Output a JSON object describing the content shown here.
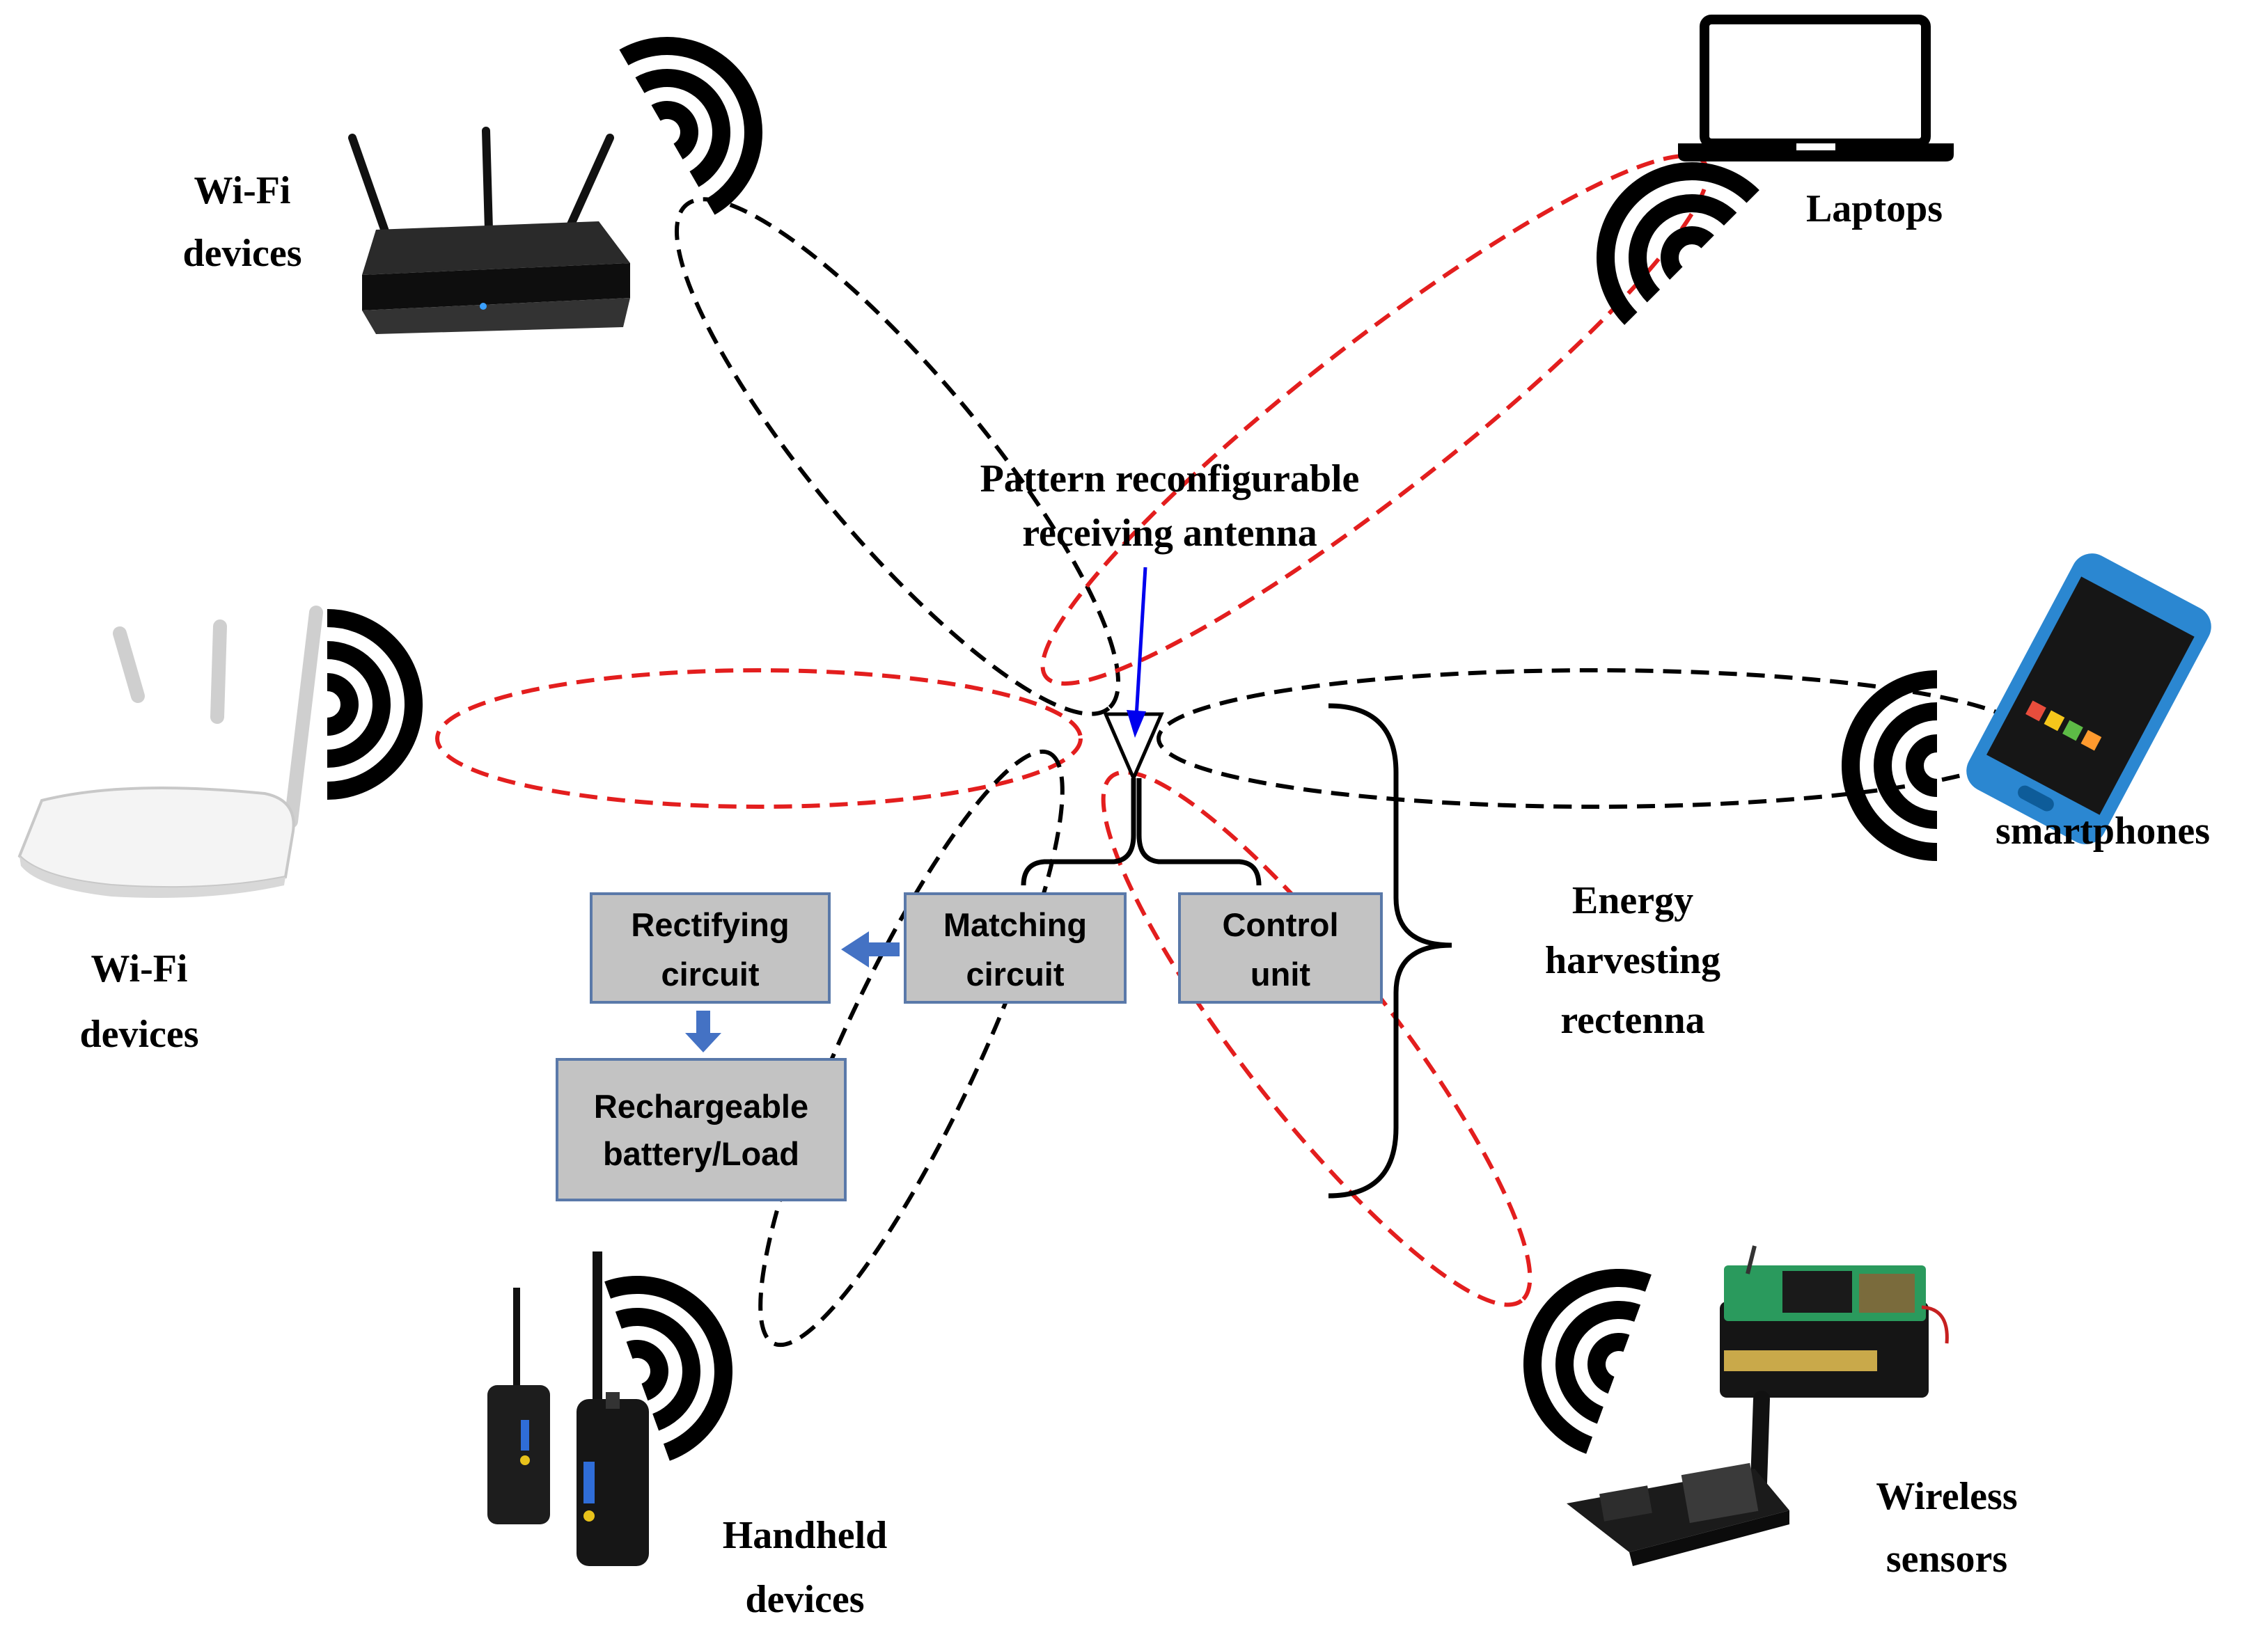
{
  "labels": {
    "antenna": [
      "Pattern reconfigurable",
      "receiving antenna"
    ],
    "wifi_top": [
      "Wi-Fi",
      "devices"
    ],
    "wifi_left": [
      "Wi-Fi",
      "devices"
    ],
    "laptops": "Laptops",
    "smartphones": "smartphones",
    "handheld": [
      "Handheld",
      "devices"
    ],
    "wireless": [
      "Wireless",
      "sensors"
    ],
    "energy": [
      "Energy",
      "harvesting",
      "rectenna"
    ]
  },
  "boxes": {
    "rectifying": [
      "Rectifying",
      "circuit"
    ],
    "matching": [
      "Matching",
      "circuit"
    ],
    "control": [
      "Control",
      "unit"
    ],
    "battery": [
      "Rechargeable",
      "battery/Load"
    ]
  },
  "colors": {
    "lobe_black": "#000000",
    "lobe_red": "#e31e1e",
    "box_fill": "#c3c3c3",
    "box_border": "#5a79a9",
    "flow_arrow": "#4472c4",
    "antenna_arrow": "#0000ee"
  }
}
